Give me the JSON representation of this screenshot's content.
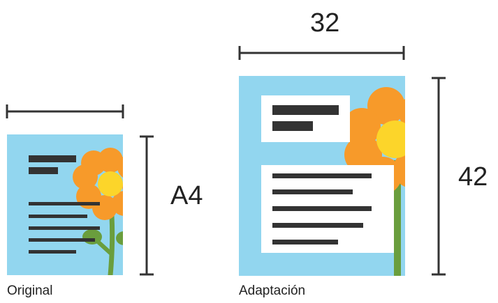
{
  "original": {
    "caption": "Original",
    "height_label": "A4"
  },
  "adaptation": {
    "caption": "Adaptación",
    "width_label": "32",
    "height_label": "42"
  },
  "colors": {
    "background_panel": "#92d6ef",
    "petal": "#f79a2a",
    "flower_center": "#fcd52a",
    "stem": "#6a9e3d",
    "text_bar": "#333333",
    "box": "#ffffff",
    "dimension_line": "#333333"
  }
}
